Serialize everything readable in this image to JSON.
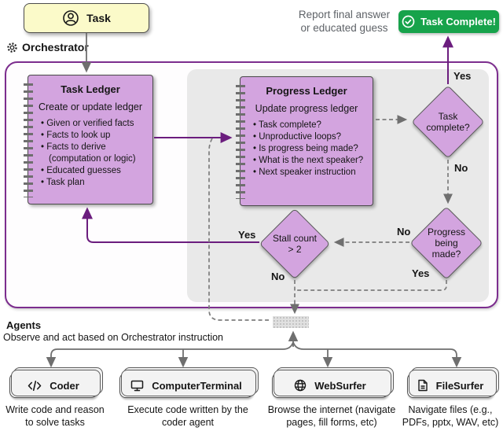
{
  "colors": {
    "accent_purple": "#7c2d8e",
    "node_fill": "#d3a4df",
    "task_fill": "#fbfac9",
    "success_green": "#17a34b",
    "loop_bg": "#e9e9e9"
  },
  "task_box": {
    "label": "Task"
  },
  "report_note": "Report final answer or educated guess",
  "complete_button": {
    "label": "Task Complete!"
  },
  "orchestrator": {
    "label": "Orchestrator",
    "task_ledger": {
      "title": "Task Ledger",
      "subtitle": "Create or update ledger",
      "bullets": [
        "Given or verified facts",
        "Facts to look up",
        "Facts to derive (computation or logic)",
        "Educated guesses",
        "Task plan"
      ]
    },
    "progress_ledger": {
      "title": "Progress Ledger",
      "subtitle": "Update progress ledger",
      "bullets": [
        "Task complete?",
        "Unproductive loops?",
        "Is progress being made?",
        "What is the next speaker?",
        "Next speaker instruction"
      ]
    },
    "decisions": {
      "task_complete": {
        "label": "Task complete?",
        "yes": "Yes",
        "no": "No"
      },
      "progress_being_made": {
        "label": "Progress being made?",
        "yes": "Yes",
        "no": "No"
      },
      "stall_count": {
        "label": "Stall count > 2",
        "yes": "Yes",
        "no": "No"
      }
    }
  },
  "agents": {
    "title": "Agents",
    "subtitle": "Observe and act based on Orchestrator instruction",
    "items": [
      {
        "name": "Coder",
        "icon": "code-icon",
        "description": "Write code and reason to solve tasks"
      },
      {
        "name": "ComputerTerminal",
        "icon": "terminal-icon",
        "description": "Execute code written by the coder agent"
      },
      {
        "name": "WebSurfer",
        "icon": "globe-icon",
        "description": "Browse the internet (navigate pages, fill forms, etc)"
      },
      {
        "name": "FileSurfer",
        "icon": "file-icon",
        "description": "Navigate files (e.g., PDFs, pptx, WAV, etc)"
      }
    ]
  }
}
